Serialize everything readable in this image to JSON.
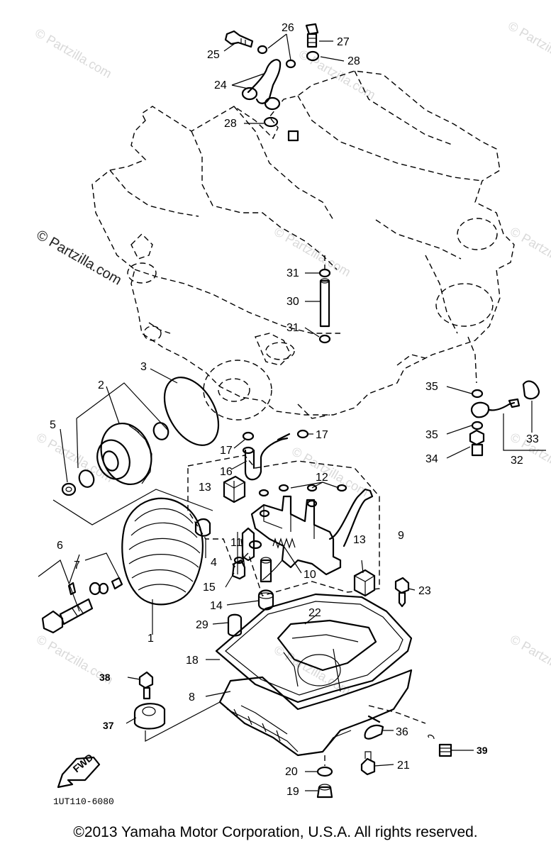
{
  "watermarks": {
    "brand": "Partzilla.com",
    "brand_with_symbol": "© Partzilla.com",
    "symbol": "©"
  },
  "diagram": {
    "code": "1UT110-6080",
    "fwd_label": "FWD",
    "callouts": [
      "1",
      "2",
      "3",
      "4",
      "5",
      "6",
      "7",
      "8",
      "9",
      "10",
      "11",
      "12",
      "13",
      "14",
      "15",
      "16",
      "17",
      "18",
      "19",
      "20",
      "21",
      "22",
      "23",
      "24",
      "25",
      "26",
      "27",
      "28",
      "29",
      "30",
      "31",
      "32",
      "33",
      "34",
      "35",
      "36",
      "37",
      "38",
      "39"
    ]
  },
  "footer": {
    "copyright": "©2013 Yamaha Motor Corporation, U.S.A. All rights reserved."
  }
}
